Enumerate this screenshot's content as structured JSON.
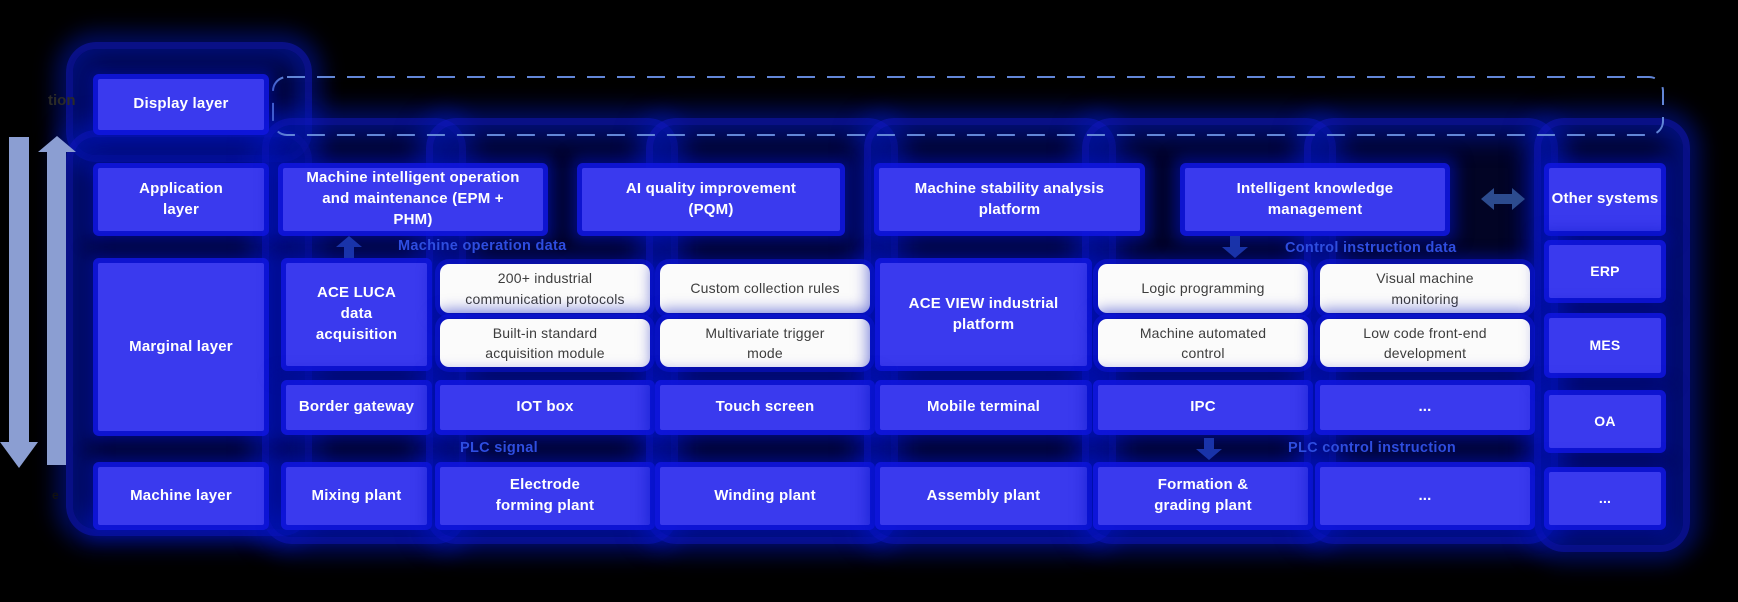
{
  "layers": {
    "display": "Display layer",
    "application": "Application layer",
    "marginal": "Marginal layer",
    "machine": "Machine layer"
  },
  "application_row": {
    "epm_phm": "Machine intelligent operation and maintenance (EPM + PHM)",
    "pqm": "AI quality improvement (PQM)",
    "stability": "Machine stability analysis platform",
    "knowledge": "Intelligent knowledge management",
    "other_systems": "Other systems"
  },
  "band_labels": {
    "machine_operation_data": "Machine operation data",
    "control_instruction_data": "Control instruction data",
    "plc_signal": "PLC signal",
    "plc_control_instruction": "PLC control instruction"
  },
  "marginal_row": {
    "ace_luca": "ACE LUCA data acquisition",
    "protocols": "200+ industrial communication protocols",
    "builtin_module": "Built-in standard acquisition module",
    "custom_rules": "Custom collection rules",
    "multivariate": "Multivariate trigger mode",
    "ace_view": "ACE VIEW industrial platform",
    "logic_programming": "Logic programming",
    "machine_automated_control": "Machine automated control",
    "visual_monitoring": "Visual machine monitoring",
    "low_code": "Low code front-end development"
  },
  "device_row": {
    "border_gateway": "Border gateway",
    "iot_box": "IOT box",
    "touch_screen": "Touch screen",
    "mobile_terminal": "Mobile terminal",
    "ipc": "IPC",
    "ellipsis": "..."
  },
  "machine_row": {
    "mixing": "Mixing plant",
    "electrode": "Electrode forming plant",
    "winding": "Winding plant",
    "assembly": "Assembly plant",
    "formation": "Formation & grading plant",
    "ellipsis": "...",
    "ellipsis_right": "..."
  },
  "right_column": {
    "erp": "ERP",
    "mes": "MES",
    "oa": "OA",
    "ellipsis": "..."
  },
  "fragments": {
    "top_left": "tion",
    "bottom_left": "e"
  },
  "icons": {
    "left_down_arrow": "down-arrow-icon",
    "left_up_arrow": "up-arrow-icon",
    "double_arrow": "double-arrow-icon"
  },
  "colors": {
    "box_blue": "#3a3aee",
    "glow_blue": "#0018be",
    "white_box": "#fbfbfb",
    "band_label_blue": "#2e4de0",
    "side_arrow": "#8b9ed2",
    "dashed_border": "#6286d8",
    "background": "#000000"
  }
}
